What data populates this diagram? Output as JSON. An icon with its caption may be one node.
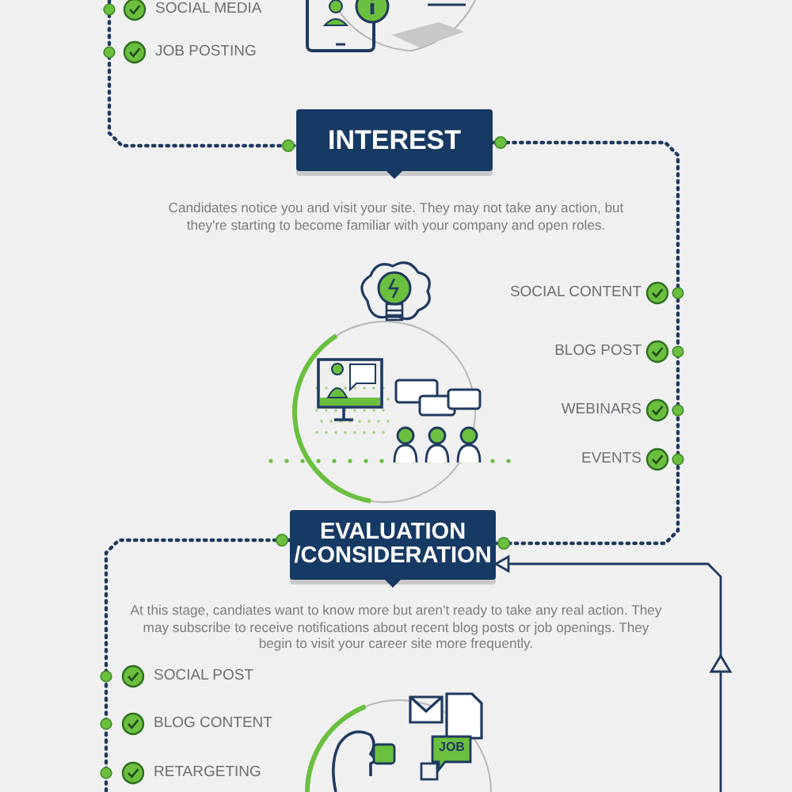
{
  "diagram": {
    "nodes": [
      {
        "text": [
          "INTEREST"
        ]
      },
      {
        "text": [
          "EVALUATION /CONSIDERATION"
        ]
      }
    ],
    "edges": [
      {
        "from": null,
        "to": 0,
        "arrow": "other",
        "style": "dashed"
      },
      {
        "from": 0,
        "to": 1,
        "arrow": "other",
        "style": "dashed"
      },
      {
        "from": 1,
        "to": null,
        "arrow": "other",
        "style": "dashed"
      },
      {
        "from": null,
        "to": 1,
        "arrow": "to"
      }
    ],
    "labels": [
      "SOCIAL MEDIA",
      "JOB POSTING",
      "Candidates notice you and visit your site. They may not take any action, but they're starting to become familiar with your company and open roles.",
      "SOCIAL CONTENT",
      "BLOG POST",
      "WEBINARS",
      "EVENTS",
      "At this stage, candiates want to know more but aren't ready to take any real action. They may subscribe to receive notifications about recent blog posts or job openings. They begin to visit your career site more frequently.",
      "SOCIAL POST",
      "BLOG CONTENT",
      "RETARGETING",
      "JOB"
    ]
  }
}
